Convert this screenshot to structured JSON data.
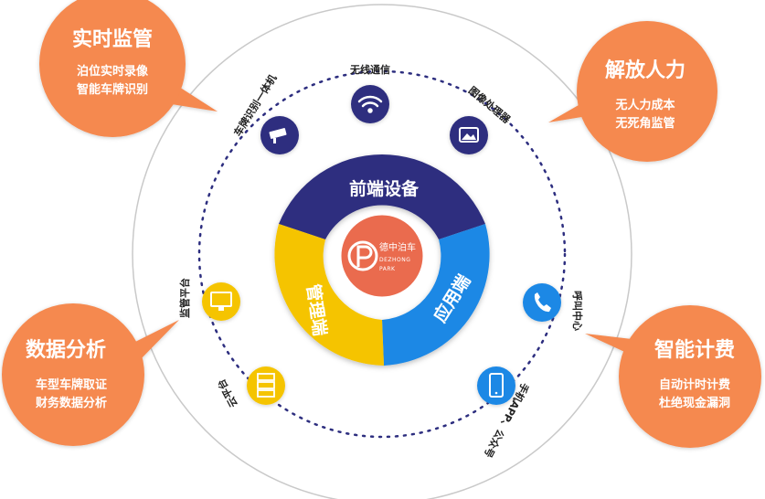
{
  "center": {
    "brand_cn": "德中泊车",
    "brand_en_1": "DEZHONG",
    "brand_en_2": "PARK"
  },
  "ring": {
    "front": {
      "label": "前端设备",
      "color": "#2d2e7f"
    },
    "app": {
      "label": "应用端",
      "color": "#1e88e5"
    },
    "platform": {
      "label": "管理端",
      "color": "#f5c400"
    }
  },
  "nodes": [
    {
      "label": "车牌识别一体机",
      "icon": "camera-icon"
    },
    {
      "label": "无线通信",
      "icon": "wifi-icon"
    },
    {
      "label": "图像处理器",
      "icon": "image-icon"
    },
    {
      "label": "呼叫中心",
      "icon": "phone-icon"
    },
    {
      "label": "手机APP、公众号",
      "icon": "mobile-icon"
    },
    {
      "label": "云平台",
      "icon": "server-icon"
    },
    {
      "label": "监管平台",
      "icon": "monitor-icon"
    }
  ],
  "callouts": {
    "top_left": {
      "title": "实时监管",
      "line1": "泊位实时录像",
      "line2": "智能车牌识别"
    },
    "top_right": {
      "title": "解放人力",
      "line1": "无人力成本",
      "line2": "无死角监管"
    },
    "bottom_left": {
      "title": "数据分析",
      "line1": "车型车牌取证",
      "line2": "财务数据分析"
    },
    "bottom_right": {
      "title": "智能计费",
      "line1": "自动计时计费",
      "line2": "杜绝现金漏洞"
    }
  },
  "colors": {
    "callout": "#f5894f",
    "node_navy": "#2d2e7f",
    "node_blue": "#1e88e5",
    "node_yellow": "#f5c400",
    "logo": "#ea6b4e"
  }
}
